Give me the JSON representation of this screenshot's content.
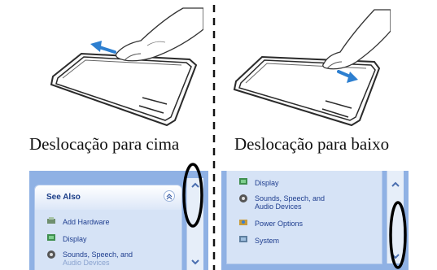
{
  "captions": {
    "left": "Deslocação para cima",
    "right": "Deslocação para baixo"
  },
  "left_panel": {
    "title": "See Also",
    "items": [
      {
        "label": "Add Hardware",
        "icon": "hardware-icon"
      },
      {
        "label": "Display",
        "icon": "display-icon"
      },
      {
        "label": "Sounds, Speech, and",
        "label2": "Audio Devices",
        "icon": "sounds-icon"
      }
    ],
    "collapse_icon": "chevron-up-icon"
  },
  "right_panel": {
    "items": [
      {
        "label": "Display",
        "icon": "display-icon"
      },
      {
        "label": "Sounds, Speech, and",
        "label2": "Audio Devices",
        "icon": "sounds-icon"
      },
      {
        "label": "Power Options",
        "icon": "power-icon"
      },
      {
        "label": "System",
        "icon": "system-icon"
      }
    ]
  },
  "colors": {
    "panel_bg": "#c9daf3",
    "panel_border": "#8fb1e4",
    "scroll_track": "#e6eef9",
    "arrow_blue": "#2d7fd0",
    "highlight_ellipse": "#000000"
  }
}
